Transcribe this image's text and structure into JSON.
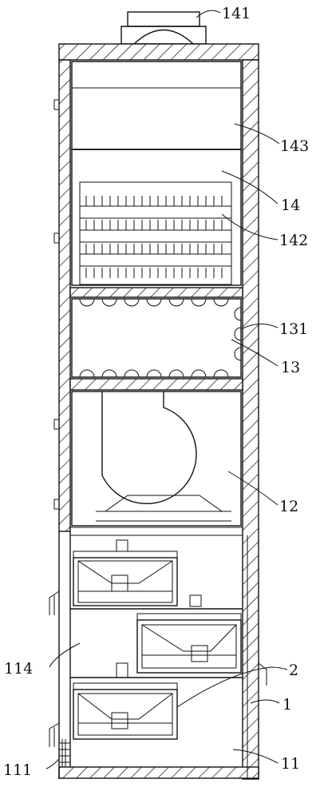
{
  "figure": {
    "labels": {
      "l141": "141",
      "l143": "143",
      "l14": "14",
      "l142": "142",
      "l131": "131",
      "l13": "13",
      "l12": "12",
      "l114": "114",
      "l2": "2",
      "l1": "1",
      "l111": "111",
      "l11": "11"
    }
  }
}
